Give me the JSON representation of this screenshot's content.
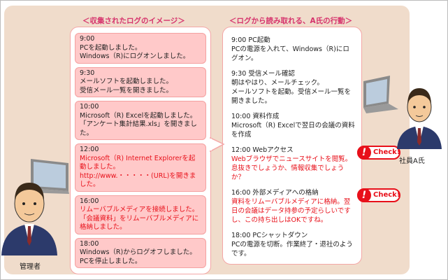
{
  "left_heading": "＜収集されたログのイメージ＞",
  "right_heading": "＜ログから読み取れる、A氏の行動＞",
  "logs": [
    {
      "time": "9:00",
      "lines": [
        "PCを起動しました。",
        "Windows（R)にログオンしました。"
      ],
      "highlight": false
    },
    {
      "time": "9:30",
      "lines": [
        "メールソフトを起動しました。",
        "受信メール一覧を開きました。"
      ],
      "highlight": false
    },
    {
      "time": "10:00",
      "lines": [
        "Microsoft（R) Excelを起動しました。",
        "「アンケート集計結果.xls」を開きました。"
      ],
      "highlight": false
    },
    {
      "time": "12:00",
      "lines": [
        "Microsoft（R) Internet Explorerを起動しました。",
        "http://www.・・・・・(URL)を開きました。"
      ],
      "highlight": true
    },
    {
      "time": "16:00",
      "lines": [
        "リムーバブルメディアを接続しました。",
        "「会議資料」をリムーバブルメディアに格納しました。"
      ],
      "highlight": true
    },
    {
      "time": "18:00",
      "lines": [
        "Windows（R)からログオフしました。",
        "PCを停止しました。"
      ],
      "highlight": false
    }
  ],
  "actions": [
    {
      "title": "9:00 PC起動",
      "text": "PCの電源を入れて、Windows（R)にログオン。",
      "highlight": false
    },
    {
      "title": "9:30 受信メール確認",
      "text": "朝はやはり、メールチェック。\nメールソフトを起動。受信メール一覧を開きました。",
      "highlight": false
    },
    {
      "title": "10:00 資料作成",
      "text": "Microsoft（R) Excelで翌日の会議の資料を作成",
      "highlight": false
    },
    {
      "title": "12:00 Webアクセス",
      "text": "Webブラウザでニュースサイトを閲覧。息抜きでしょうか、情報収集でしょうか？",
      "highlight": true
    },
    {
      "title": "16:00 外部メディアへの格納",
      "text": "資料をリムーバブルメディアに格納。翌日の会議はデータ持参の予定らしいですし、この持ち出しはOKですね。",
      "highlight": true
    },
    {
      "title": "18:00 PCシャットダウン",
      "text": "PCの電源を切断。作業終了・退社のようです。",
      "highlight": false
    }
  ],
  "check_label": "Check!",
  "check_mark": "!",
  "employee_label": "社員A氏",
  "manager_label": "管理者",
  "colors": {
    "accent": "#e8101a",
    "heading": "#d6336c",
    "log_bg": "#ffc9c9",
    "panel_bg": "#f0dccb"
  }
}
